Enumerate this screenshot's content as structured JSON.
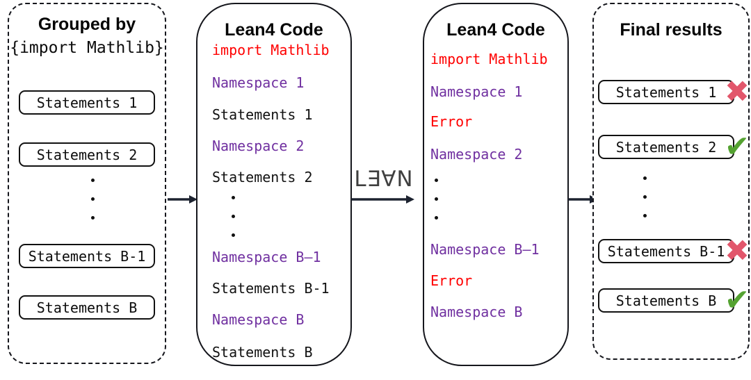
{
  "colors": {
    "code_red": "#ff0000",
    "code_purple": "#7030a0",
    "code_black": "#111111",
    "fail_x": "#e2566b",
    "pass_check": "#54a231",
    "arrow": "#1d2330"
  },
  "lean_logo": {
    "text": "L∃∀N"
  },
  "panel_grouped": {
    "title": "Grouped by",
    "subtitle": "{import Mathlib}",
    "boxes": [
      "Statements 1",
      "Statements 2",
      "Statements B-1",
      "Statements B"
    ]
  },
  "panel_code_in": {
    "title": "Lean4 Code",
    "lines": [
      {
        "text": "import Mathlib",
        "color": "code_red"
      },
      {
        "text": "Namespace 1",
        "color": "code_purple"
      },
      {
        "text": "Statements 1",
        "color": "code_black"
      },
      {
        "text": "Namespace 2",
        "color": "code_purple"
      },
      {
        "text": "Statements 2",
        "color": "code_black"
      },
      {
        "text": "Namespace B–1",
        "color": "code_purple"
      },
      {
        "text": "Statements B-1",
        "color": "code_black"
      },
      {
        "text": "Namespace B",
        "color": "code_purple"
      },
      {
        "text": "Statements B",
        "color": "code_black"
      }
    ]
  },
  "panel_code_out": {
    "title": "Lean4 Code",
    "lines": [
      {
        "text": "import Mathlib",
        "color": "code_red"
      },
      {
        "text": "Namespace 1",
        "color": "code_purple"
      },
      {
        "text": "Error",
        "color": "code_red"
      },
      {
        "text": "Namespace 2",
        "color": "code_purple"
      },
      {
        "text": "Namespace B–1",
        "color": "code_purple"
      },
      {
        "text": "Error",
        "color": "code_red"
      },
      {
        "text": "Namespace B",
        "color": "code_purple"
      }
    ]
  },
  "panel_final": {
    "title": "Final results",
    "boxes": [
      {
        "label": "Statements 1",
        "status": "fail",
        "mark": "✖"
      },
      {
        "label": "Statements 2",
        "status": "pass",
        "mark": "✔"
      },
      {
        "label": "Statements B-1",
        "status": "fail",
        "mark": "✖"
      },
      {
        "label": "Statements B",
        "status": "pass",
        "mark": "✔"
      }
    ]
  }
}
